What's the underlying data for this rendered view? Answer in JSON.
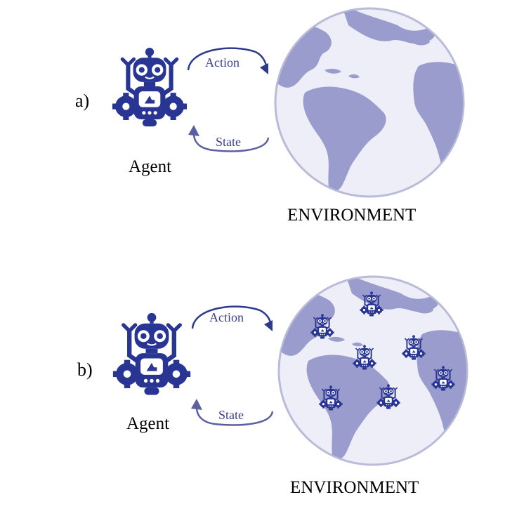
{
  "panels": [
    {
      "label": "a)",
      "agent_label": "Agent",
      "action_label": "Action",
      "state_label": "State",
      "environment_label": "ENVIRONMENT",
      "embedded_agents": false
    },
    {
      "label": "b)",
      "agent_label": "Agent",
      "action_label": "Action",
      "state_label": "State",
      "environment_label": "ENVIRONMENT",
      "embedded_agents": true
    }
  ],
  "colors": {
    "robot": "#283593",
    "arrow": "#2d3a8c",
    "state_arrow": "#5c5fa0",
    "ocean": "#eeeef8",
    "land": "#9a9ccd",
    "globe_border": "#b9bbd9",
    "text": "#000000",
    "label_blue": "#3a3f8f"
  },
  "icons": {
    "agent": "robot-icon",
    "environment": "globe-icon"
  }
}
